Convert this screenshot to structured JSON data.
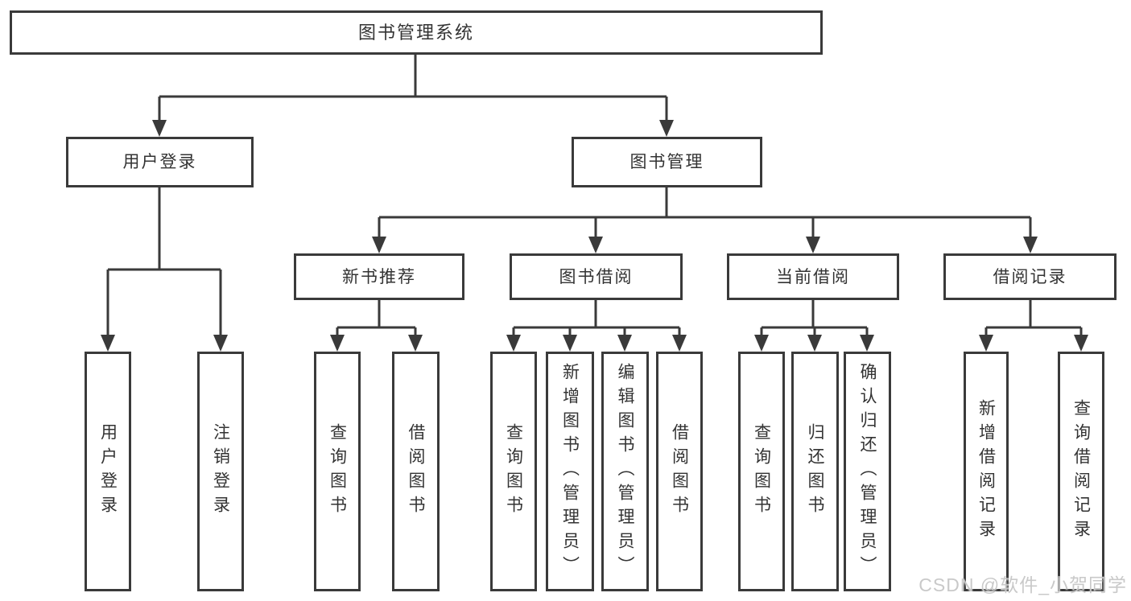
{
  "diagram": {
    "root": {
      "label": "图书管理系统"
    },
    "level2": {
      "user_login": {
        "label": "用户登录",
        "children": [
          {
            "label": "用户登录"
          },
          {
            "label": "注销登录"
          }
        ]
      },
      "book_management": {
        "label": "图书管理",
        "sections": {
          "new_book_recommend": {
            "label": "新书推荐",
            "children": [
              {
                "label": "查询图书"
              },
              {
                "label": "借阅图书"
              }
            ]
          },
          "book_borrowing": {
            "label": "图书借阅",
            "children": [
              {
                "label": "查询图书"
              },
              {
                "label": "新增图书（管理员）"
              },
              {
                "label": "编辑图书（管理员）"
              },
              {
                "label": "借阅图书"
              }
            ]
          },
          "current_borrowing": {
            "label": "当前借阅",
            "children": [
              {
                "label": "查询图书"
              },
              {
                "label": "归还图书"
              },
              {
                "label": "确认归还（管理员）"
              }
            ]
          },
          "borrowing_records": {
            "label": "借阅记录",
            "children": [
              {
                "label": "新增借阅记录"
              },
              {
                "label": "查询借阅记录"
              }
            ]
          }
        }
      }
    }
  },
  "watermark": {
    "text": "CSDN @软件_小贺同学"
  },
  "colors": {
    "line": "#3a3a3a",
    "box_border": "#3a3a3a",
    "text": "#333333",
    "background": "#ffffff",
    "watermark": "#c6c6c6"
  }
}
